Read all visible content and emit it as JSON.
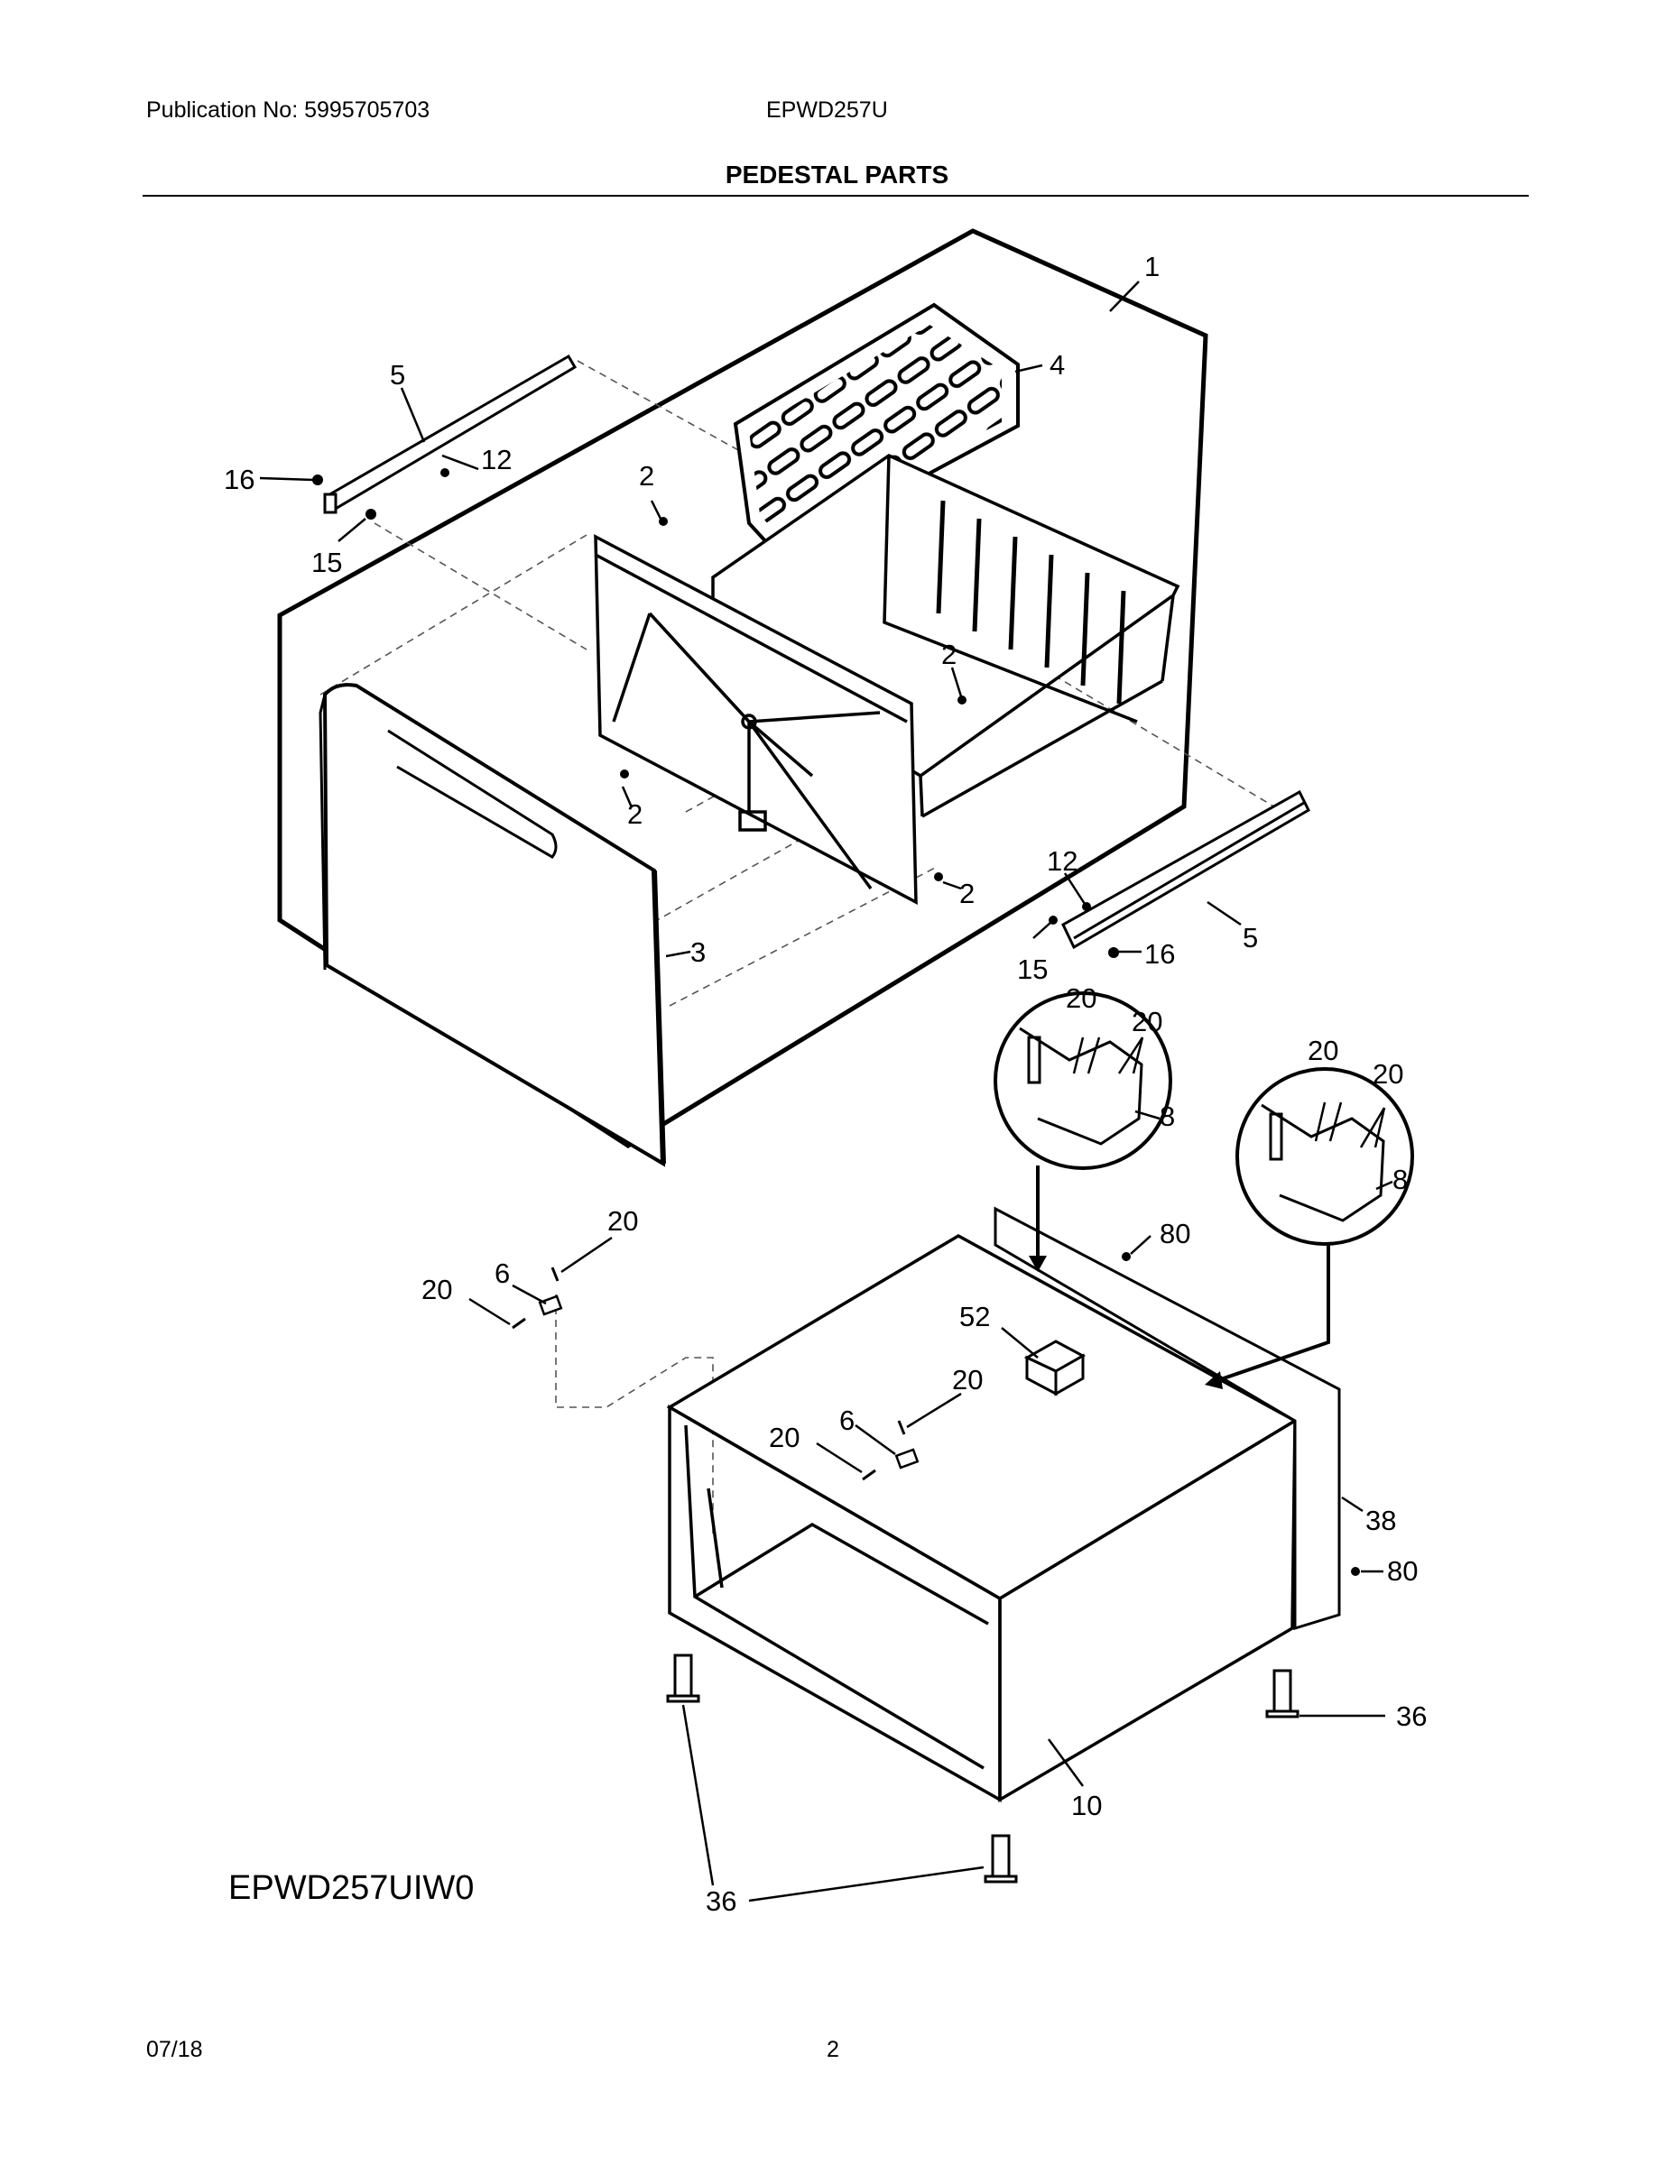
{
  "header": {
    "publication": "Publication No:  5995705703",
    "model": "EPWD257U",
    "title": "PEDESTAL PARTS"
  },
  "diagram": {
    "variant": "EPWD257UIW0",
    "callouts": [
      "1",
      "4",
      "5",
      "12",
      "16",
      "2",
      "15",
      "2",
      "2",
      "2",
      "3",
      "12",
      "5",
      "16",
      "15",
      "20",
      "20",
      "8",
      "20",
      "20",
      "8",
      "20",
      "6",
      "20",
      "80",
      "52",
      "20",
      "6",
      "20",
      "38",
      "80",
      "36",
      "10",
      "36"
    ]
  },
  "footer": {
    "date": "07/18",
    "page": "2"
  }
}
